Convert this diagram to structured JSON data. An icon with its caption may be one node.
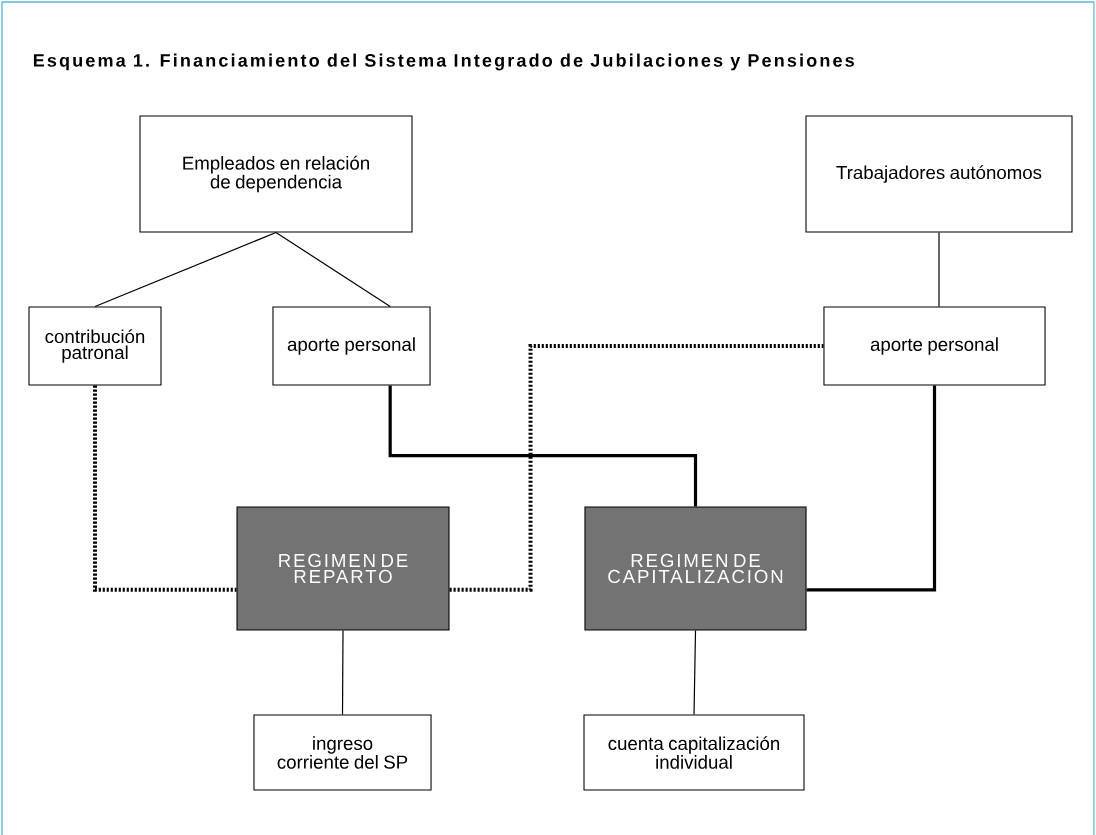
{
  "diagram": {
    "title": "Esquema 1. Financiamiento del Sistema Integrado de Jubilaciones y Pensiones",
    "nodes": [
      {
        "text": [
          "Empleados en relación de dependencia"
        ]
      },
      {
        "text": [
          "contribución patronal"
        ]
      },
      {
        "text": [
          "aporte personal"
        ]
      },
      {
        "text": [
          "Trabajadores autónomos"
        ]
      },
      {
        "text": [
          "aporte personal"
        ]
      },
      {
        "text": [
          "REGIMEN DE REPARTO"
        ]
      },
      {
        "text": [
          "REGIMEN DE CAPITALIZACION"
        ]
      },
      {
        "text": [
          "ingreso corriente del SP"
        ]
      },
      {
        "text": [
          "cuenta capitalización individual"
        ]
      }
    ],
    "edges": [
      {
        "from": 0,
        "to": 1,
        "arrow": "none"
      },
      {
        "from": 0,
        "to": 2,
        "arrow": "none"
      },
      {
        "from": 3,
        "to": 4,
        "arrow": "none"
      },
      {
        "from": 1,
        "to": 5,
        "arrow": "none",
        "style": "dashed"
      },
      {
        "from": 5,
        "to": 4,
        "arrow": "none",
        "style": "dashed"
      },
      {
        "from": 2,
        "to": 6,
        "arrow": "none",
        "style": "thick"
      },
      {
        "from": 4,
        "to": 6,
        "arrow": "none",
        "style": "thick"
      },
      {
        "from": 5,
        "to": 7,
        "arrow": "none"
      },
      {
        "from": 6,
        "to": 8,
        "arrow": "none"
      }
    ]
  }
}
